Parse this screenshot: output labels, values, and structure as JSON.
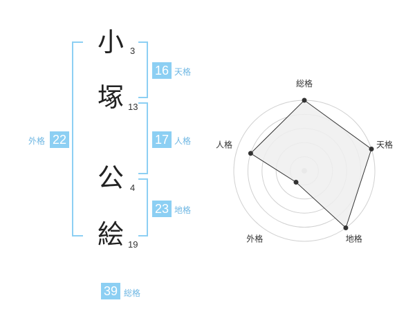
{
  "name": {
    "chars": [
      "小",
      "塚",
      "公",
      "絵"
    ],
    "strokes": [
      "3",
      "13",
      "4",
      "19"
    ]
  },
  "kaku": {
    "tenkaku": {
      "value": "16",
      "label": "天格"
    },
    "jinkaku": {
      "value": "17",
      "label": "人格"
    },
    "chikaku": {
      "value": "23",
      "label": "地格"
    },
    "gaikaku": {
      "value": "22",
      "label": "外格"
    },
    "soukaku": {
      "value": "39",
      "label": "総格"
    }
  },
  "chart_data": {
    "type": "radar",
    "axes": [
      "総格",
      "天格",
      "地格",
      "外格",
      "人格"
    ],
    "rings": 5,
    "values": [
      5,
      5,
      5,
      1,
      4
    ],
    "max": 5
  },
  "colors": {
    "accent": "#8ccff3",
    "label": "#6fb7e3",
    "fill": "#efefef",
    "grid": "#d0d0d0"
  }
}
